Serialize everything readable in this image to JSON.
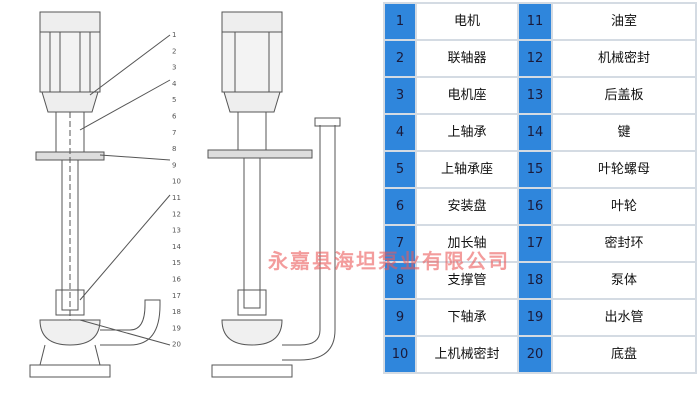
{
  "parts": [
    {
      "no": "1",
      "name": "电机"
    },
    {
      "no": "2",
      "name": "联轴器"
    },
    {
      "no": "3",
      "name": "电机座"
    },
    {
      "no": "4",
      "name": "上轴承"
    },
    {
      "no": "5",
      "name": "上轴承座"
    },
    {
      "no": "6",
      "name": "安装盘"
    },
    {
      "no": "7",
      "name": "加长轴"
    },
    {
      "no": "8",
      "name": "支撑管"
    },
    {
      "no": "9",
      "name": "下轴承"
    },
    {
      "no": "10",
      "name": "上机械密封"
    },
    {
      "no": "11",
      "name": "油室"
    },
    {
      "no": "12",
      "name": "机械密封"
    },
    {
      "no": "13",
      "name": "后盖板"
    },
    {
      "no": "14",
      "name": "键"
    },
    {
      "no": "15",
      "name": "叶轮螺母"
    },
    {
      "no": "16",
      "name": "叶轮"
    },
    {
      "no": "17",
      "name": "密封环"
    },
    {
      "no": "18",
      "name": "泵体"
    },
    {
      "no": "19",
      "name": "出水管"
    },
    {
      "no": "20",
      "name": "底盘"
    }
  ],
  "callouts": [
    "1",
    "2",
    "3",
    "4",
    "5",
    "6",
    "7",
    "8",
    "9",
    "10",
    "11",
    "12",
    "13",
    "14",
    "15",
    "16",
    "17",
    "18",
    "19",
    "20"
  ],
  "watermark": "永嘉县海坦泵业有限公司",
  "colors": {
    "number_cell": "#2f86dc",
    "border": "#d4dbe3",
    "watermark": "#eb5a5a"
  }
}
